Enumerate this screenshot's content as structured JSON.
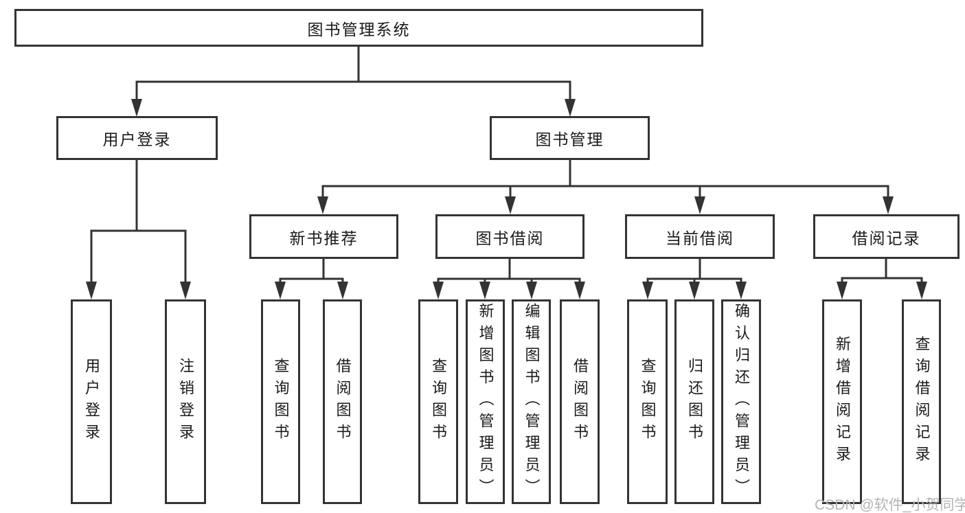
{
  "diagram": {
    "root": {
      "label": "图书管理系统"
    },
    "level2": [
      {
        "label": "用户登录",
        "parent": "图书管理系统"
      },
      {
        "label": "图书管理",
        "parent": "图书管理系统"
      }
    ],
    "level3": [
      {
        "label": "新书推荐",
        "parent": "图书管理"
      },
      {
        "label": "图书借阅",
        "parent": "图书管理"
      },
      {
        "label": "当前借阅",
        "parent": "图书管理"
      },
      {
        "label": "借阅记录",
        "parent": "图书管理"
      }
    ],
    "leaves": [
      {
        "label": "用户登录",
        "parent": "用户登录"
      },
      {
        "label": "注销登录",
        "parent": "用户登录"
      },
      {
        "label": "查询图书",
        "parent": "新书推荐"
      },
      {
        "label": "借阅图书",
        "parent": "新书推荐"
      },
      {
        "label": "查询图书",
        "parent": "图书借阅"
      },
      {
        "label": "新增图书（管理员）",
        "parent": "图书借阅"
      },
      {
        "label": "编辑图书（管理员）",
        "parent": "图书借阅"
      },
      {
        "label": "借阅图书",
        "parent": "图书借阅"
      },
      {
        "label": "查询图书",
        "parent": "当前借阅"
      },
      {
        "label": "归还图书",
        "parent": "当前借阅"
      },
      {
        "label": "确认归还（管理员）",
        "parent": "当前借阅"
      },
      {
        "label": "新增借阅记录",
        "parent": "借阅记录"
      },
      {
        "label": "查询借阅记录",
        "parent": "借阅记录"
      }
    ]
  },
  "watermark": {
    "text": "CSDN @软件_小贺同学"
  },
  "colors": {
    "line": "#333333",
    "text": "#1a1a1a",
    "watermark": "#b4b4b4",
    "background": "#ffffff"
  }
}
